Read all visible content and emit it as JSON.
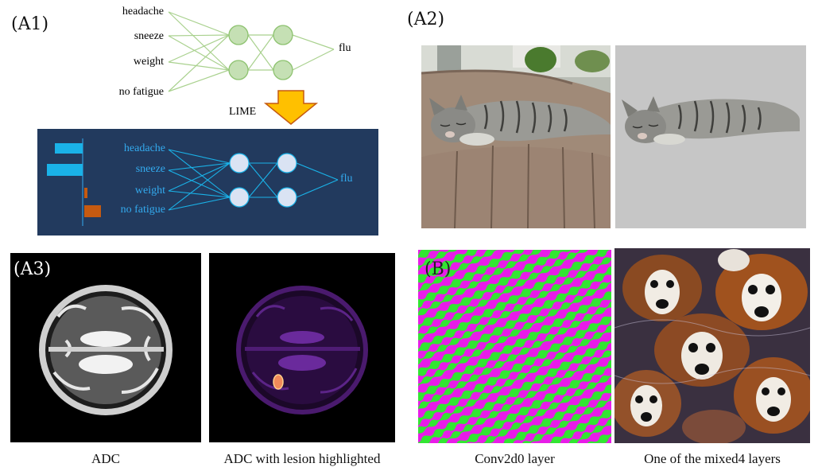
{
  "panels": {
    "a1": {
      "label": "(A1)",
      "inputs": [
        "headache",
        "sneeze",
        "weight",
        "no fatigue"
      ],
      "output": "flu",
      "arrow_label": "LIME",
      "lime_inputs": [
        "headache",
        "sneeze",
        "weight",
        "no fatigue"
      ],
      "lime_output": "flu",
      "lime_bars": [
        {
          "feature": "headache",
          "sign": "positive",
          "magnitude": 0.55
        },
        {
          "feature": "sneeze",
          "sign": "positive",
          "magnitude": 0.75
        },
        {
          "feature": "weight",
          "sign": "negative",
          "magnitude": 0.07
        },
        {
          "feature": "no fatigue",
          "sign": "negative",
          "magnitude": 0.35
        }
      ],
      "colors": {
        "node_fill": "#c5e0b4",
        "node_stroke": "#8dc26f",
        "edge": "#a9d18e",
        "arrow_fill": "#ffc000",
        "arrow_stroke": "#c55a11",
        "lime_bg": "#223a5e",
        "lime_text": "#33aaee",
        "lime_node_fill": "#dae3f3",
        "bar_positive": "#1ab2e8",
        "bar_negative": "#c55a11"
      }
    },
    "a2": {
      "label": "(A2)"
    },
    "a3": {
      "label": "(A3)",
      "captions": [
        "ADC",
        "ADC with lesion highlighted"
      ]
    },
    "b": {
      "label": "(B)",
      "captions": [
        "Conv2d0 layer",
        "One of the mixed4 layers"
      ]
    }
  }
}
